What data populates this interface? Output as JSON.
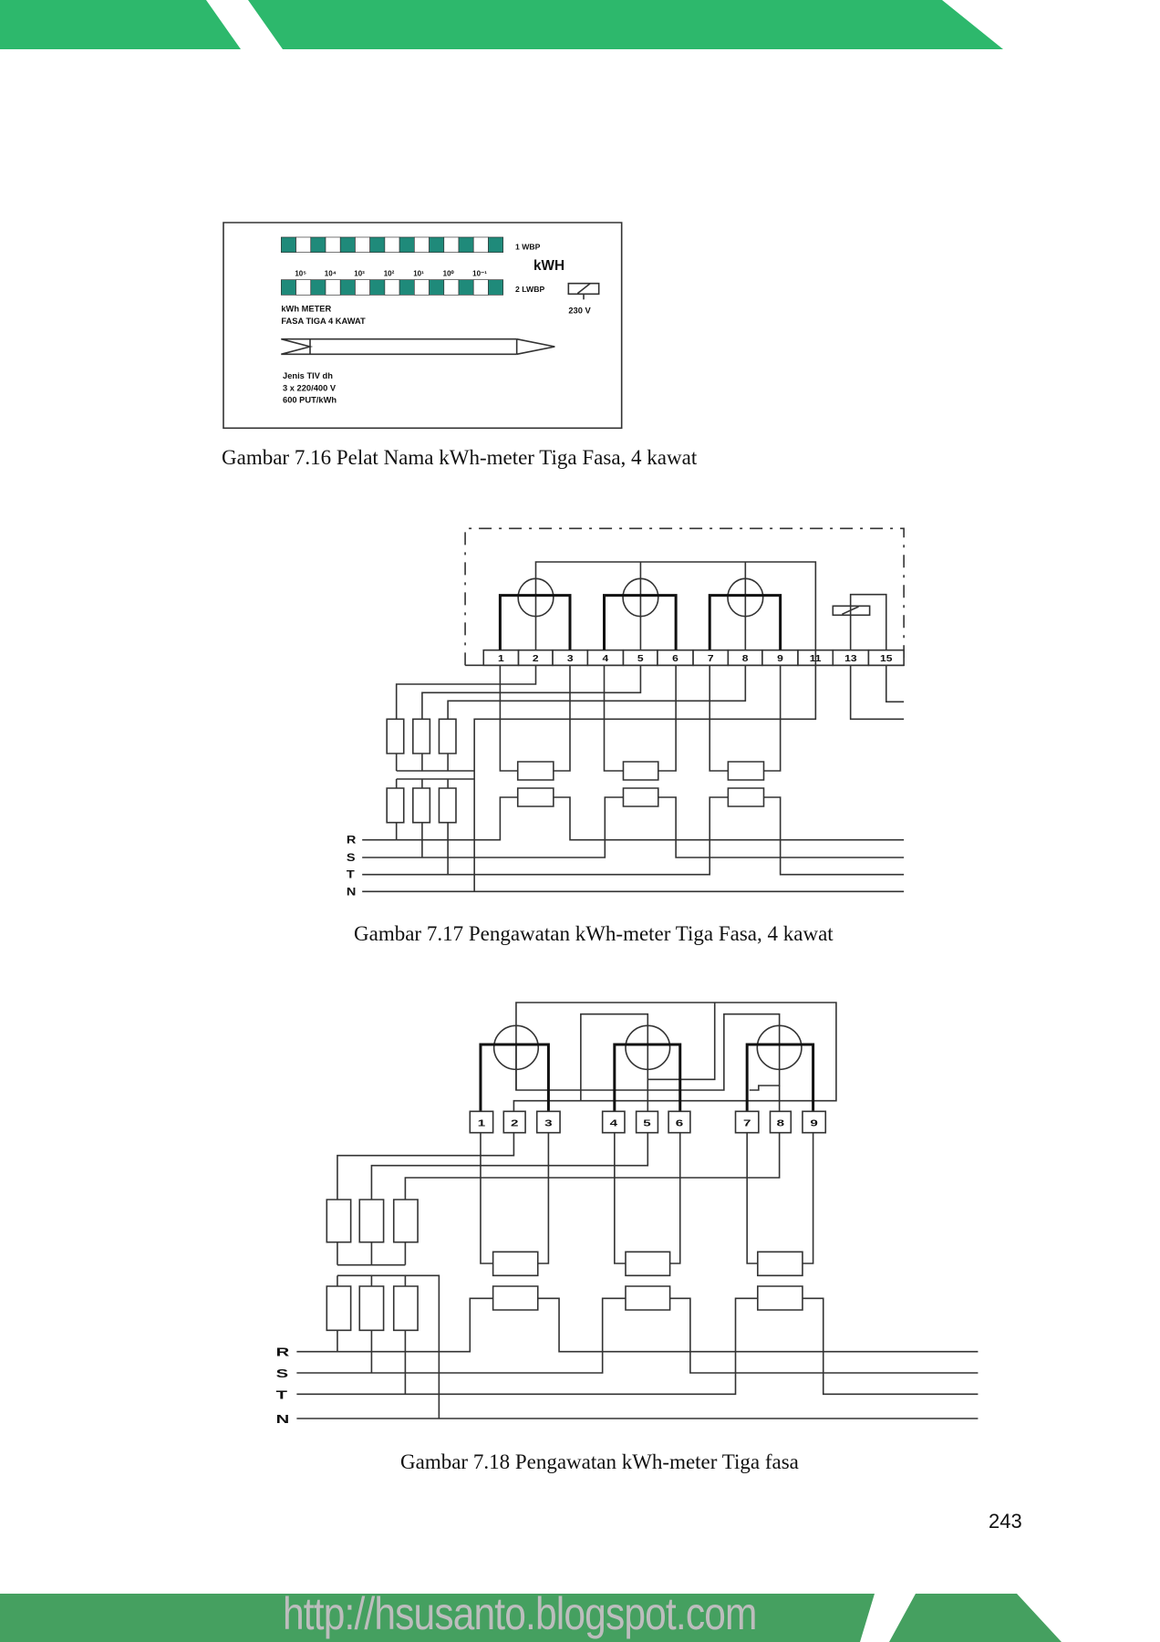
{
  "colors": {
    "band_top": "#2db86c",
    "band_bottom": "#45a060",
    "digit_cell": "#1f8a7a"
  },
  "nameplate": {
    "register_1": "1 WBP",
    "register_2": "2 LWBP",
    "unit": "kWH",
    "exponents": [
      "10⁵",
      "10⁴",
      "10³",
      "10²",
      "10¹",
      "10⁰",
      "10⁻¹"
    ],
    "voltage": "230 V",
    "title_line1": "kWh METER",
    "title_line2": "FASA TIGA 4 KAWAT",
    "spec_line1": "Jenis TIV dh",
    "spec_line2": "3 x 220/400 V",
    "spec_line3": "600 PUT/kWh"
  },
  "figure_716": {
    "caption": "Gambar 7.16 Pelat Nama kWh-meter Tiga Fasa, 4 kawat"
  },
  "figure_717": {
    "caption": "Gambar 7.17 Pengawatan kWh-meter Tiga Fasa, 4 kawat",
    "terminals": [
      "1",
      "2",
      "3",
      "4",
      "5",
      "6",
      "7",
      "8",
      "9",
      "11",
      "13",
      "15"
    ],
    "lines": [
      "R",
      "S",
      "T",
      "N"
    ]
  },
  "figure_718": {
    "caption": "Gambar 7.18 Pengawatan kWh-meter Tiga fasa",
    "terminals": [
      "1",
      "2",
      "3",
      "4",
      "5",
      "6",
      "7",
      "8",
      "9"
    ],
    "lines": [
      "R",
      "S",
      "T",
      "N"
    ]
  },
  "page_number": "243",
  "footer": {
    "url": "http://hsusanto.blogspot.com"
  }
}
